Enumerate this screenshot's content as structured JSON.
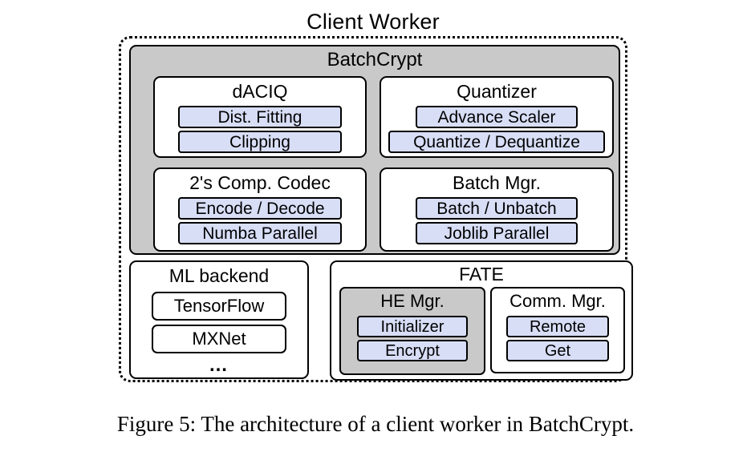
{
  "figure": {
    "title": "Client Worker",
    "caption": "Figure 5: The architecture of a client worker in BatchCrypt.",
    "colors": {
      "chip_blue": "#d8def6",
      "panel_gray": "#c9c9c9",
      "stroke": "#000000",
      "background": "#ffffff"
    }
  },
  "batchcrypt": {
    "label": "BatchCrypt",
    "modules": [
      {
        "label": "dACIQ",
        "items": [
          {
            "label": "Dist. Fitting"
          },
          {
            "label": "Clipping"
          }
        ]
      },
      {
        "label": "Quantizer",
        "items": [
          {
            "label": "Advance Scaler"
          },
          {
            "label": "Quantize / Dequantize"
          }
        ]
      },
      {
        "label": "2's Comp. Codec",
        "items": [
          {
            "label": "Encode / Decode"
          },
          {
            "label": "Numba Parallel"
          }
        ]
      },
      {
        "label": "Batch Mgr.",
        "items": [
          {
            "label": "Batch / Unbatch"
          },
          {
            "label": "Joblib Parallel"
          }
        ]
      }
    ]
  },
  "ml_backend": {
    "label": "ML backend",
    "items": [
      {
        "label": "TensorFlow"
      },
      {
        "label": "MXNet"
      }
    ],
    "ellipsis": "…"
  },
  "fate": {
    "label": "FATE",
    "submodules": [
      {
        "label": "HE Mgr.",
        "items": [
          {
            "label": "Initializer"
          },
          {
            "label": "Encrypt"
          }
        ]
      },
      {
        "label": "Comm. Mgr.",
        "items": [
          {
            "label": "Remote"
          },
          {
            "label": "Get"
          }
        ]
      }
    ]
  }
}
